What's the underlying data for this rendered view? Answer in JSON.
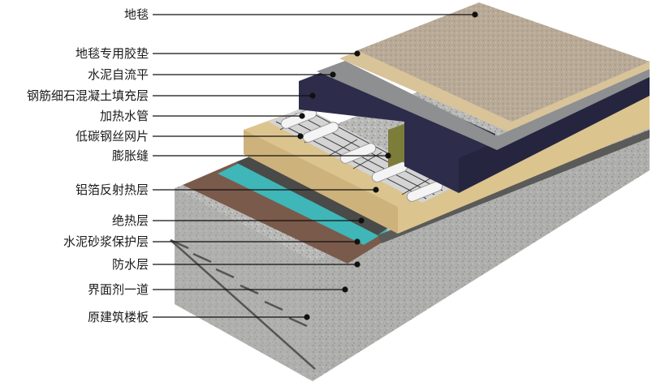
{
  "layers": [
    {
      "label": "地毯"
    },
    {
      "label": "地毯专用胶垫"
    },
    {
      "label": "水泥自流平"
    },
    {
      "label": "钢筋细石混凝土填充层"
    },
    {
      "label": "加热水管"
    },
    {
      "label": "低碳钢丝网片"
    },
    {
      "label": "膨胀缝"
    },
    {
      "label": "铝箔反射热层"
    },
    {
      "label": "绝热层"
    },
    {
      "label": "水泥砂浆保护层"
    },
    {
      "label": "防水层"
    },
    {
      "label": "界面剂一道"
    },
    {
      "label": "原建筑楼板"
    }
  ],
  "colors": {
    "carpet": "#b7a996",
    "underlay": "#d9c398",
    "self_leveling": "#8d8f90",
    "concrete_fill": "#2d2c4a",
    "foil": "#cfcfcf",
    "insulation": "#dcc48f",
    "mortar": "#4a4a48",
    "waterproof": "#3fb6b8",
    "interface": "#7a5a4a",
    "slab": "#b6b6b4"
  }
}
